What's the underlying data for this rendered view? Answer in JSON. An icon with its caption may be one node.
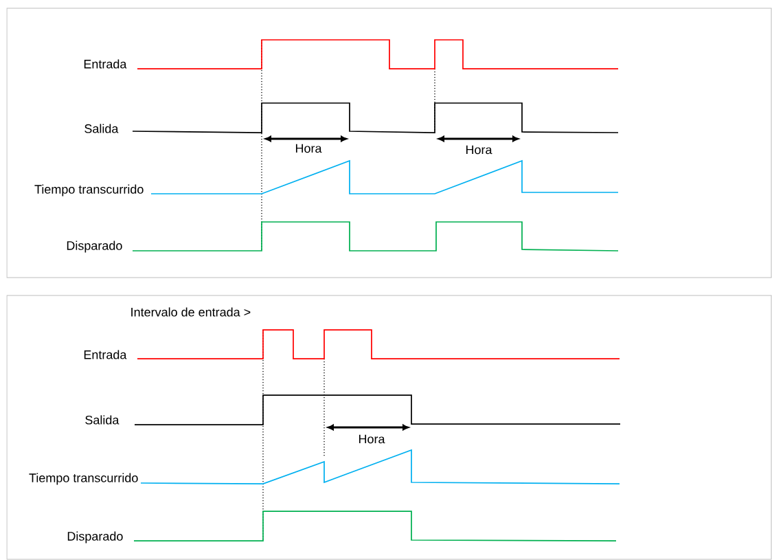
{
  "diagram": {
    "labels": [
      "Entrada",
      "Salida",
      "Hora",
      "Hora",
      "Tiempo transcurrido",
      "Disparado",
      "Intervalo de entrada >",
      "Entrada",
      "Salida",
      "Hora",
      "Tiempo transcurrido",
      "Disparado"
    ]
  }
}
